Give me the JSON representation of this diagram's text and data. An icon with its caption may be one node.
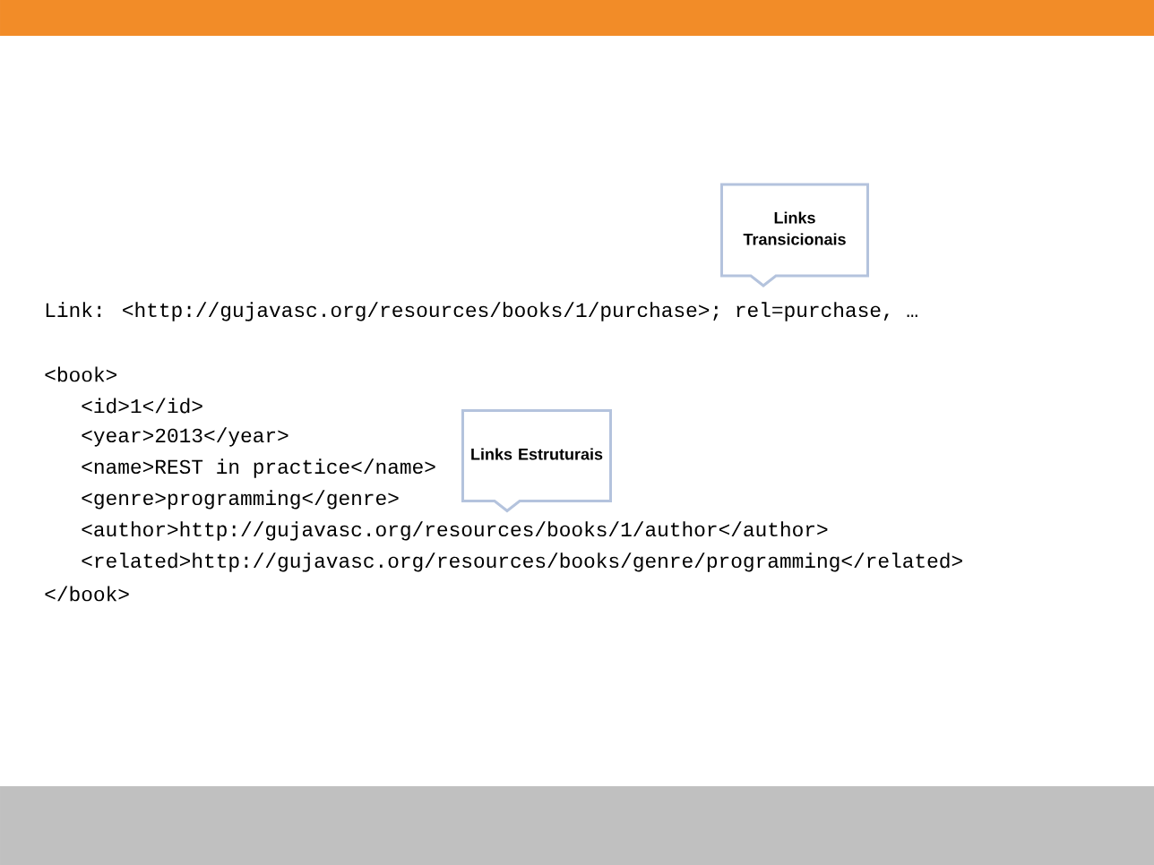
{
  "diagram": {
    "nodes": [
      {
        "text": [
          "Links Transicionais"
        ]
      },
      {
        "text": [
          "Links Estruturais"
        ]
      }
    ],
    "labels": [
      "Link: <http://gujavasc.org/resources/books/1/purchase>; rel=purchase, …",
      "<book>",
      "<id>1</id>",
      "<year>2013</year>",
      "<name>REST in practice</name>",
      "<genre>programming</genre>",
      "<author>http://gujavasc.org/resources/books/1/author</author>",
      "<related>http://gujavasc.org/resources/books/genre/programming</related>",
      "</book>"
    ]
  }
}
